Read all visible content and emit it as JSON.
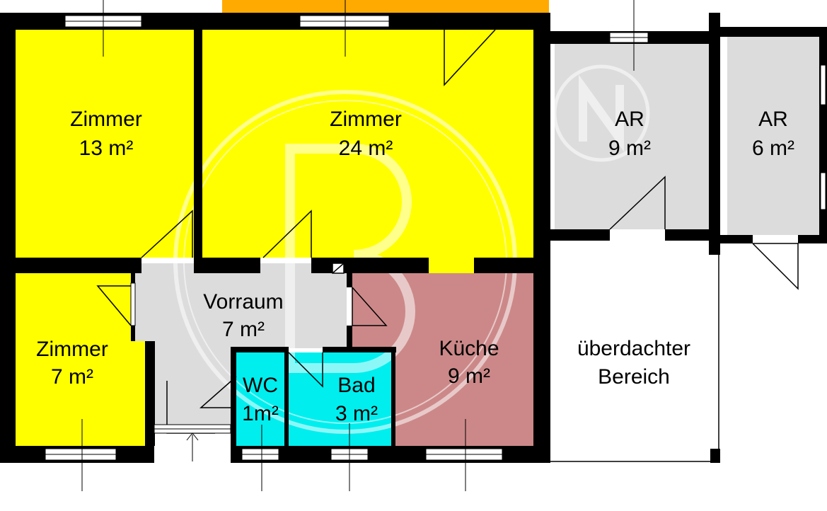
{
  "rooms": {
    "zimmer_left": {
      "name": "Zimmer",
      "area": "13 m²"
    },
    "zimmer_main": {
      "name": "Zimmer",
      "area": "24 m²"
    },
    "zimmer_small": {
      "name": "Zimmer",
      "area": "7 m²"
    },
    "vorraum": {
      "name": "Vorraum",
      "area": "7 m²"
    },
    "wc": {
      "name": "WC",
      "area": "1m²"
    },
    "bad": {
      "name": "Bad",
      "area": "3 m²"
    },
    "kueche": {
      "name": "Küche",
      "area": "9 m²"
    },
    "ar_left": {
      "name": "AR",
      "area": "9 m²"
    },
    "ar_right": {
      "name": "AR",
      "area": "6 m²"
    },
    "covered": {
      "line1": "überdachter",
      "line2": "Bereich"
    }
  },
  "colors": {
    "room_yellow": "#ffff00",
    "room_grey": "#dcdcdc",
    "room_cyan": "#00eeee",
    "room_kitchen": "#cc8888",
    "balcony_orange": "#ffaa00",
    "wall": "#000000",
    "watermark": "#ffffff"
  }
}
